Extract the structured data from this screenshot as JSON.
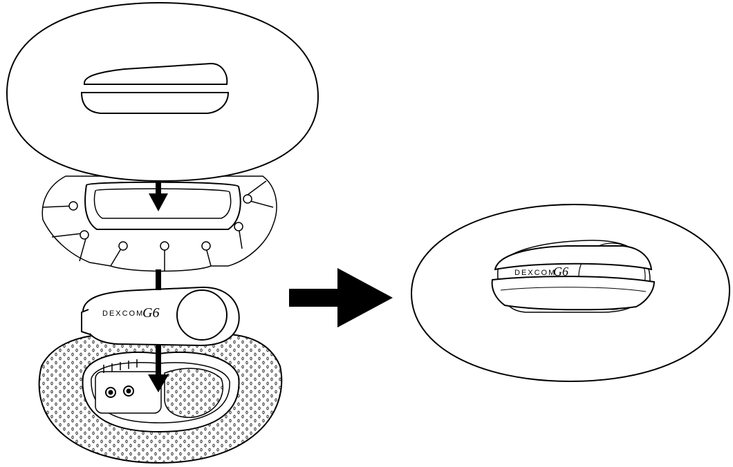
{
  "diagram": {
    "brand": {
      "word": "DEXCOM",
      "mark": "G6"
    },
    "colors": {
      "ink": "#000000",
      "paper": "#ffffff"
    },
    "steps": [
      {
        "name": "overpatch-cover",
        "icon": "overpatch-icon"
      },
      {
        "name": "adhesive-ring-with-tabs",
        "icon": "adhesive-tab-ring-icon"
      },
      {
        "name": "transmitter",
        "icon": "transmitter-icon"
      },
      {
        "name": "sensor-pod-on-mesh-patch",
        "icon": "sensor-pod-icon"
      }
    ],
    "result": {
      "name": "overpatch-applied-over-transmitter",
      "icon": "applied-overpatch-icon"
    },
    "arrows": [
      {
        "from": "overpatch-cover",
        "to": "adhesive-ring-with-tabs",
        "direction": "down"
      },
      {
        "from": "adhesive-ring-with-tabs",
        "to": "transmitter",
        "direction": "down"
      },
      {
        "from": "transmitter",
        "to": "sensor-pod-on-mesh-patch",
        "direction": "down"
      },
      {
        "from": "exploded-assembly",
        "to": "applied-overpatch",
        "direction": "right"
      }
    ]
  }
}
